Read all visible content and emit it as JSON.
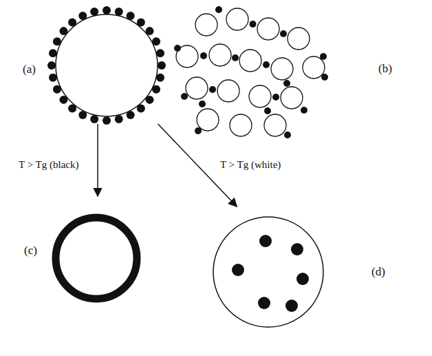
{
  "diagram": {
    "nodes": [
      {
        "text": [
          "(a)"
        ]
      },
      {
        "text": [
          "(b)"
        ]
      },
      {
        "text": [
          "(c)"
        ]
      },
      {
        "text": [
          "(d)"
        ]
      }
    ],
    "edges": [
      {
        "from": 0,
        "to": 2,
        "arrow": "to",
        "label": "T > Tg (black)"
      },
      {
        "from": 0,
        "to": 3,
        "arrow": "to",
        "label": "T > Tg (white)"
      }
    ]
  }
}
